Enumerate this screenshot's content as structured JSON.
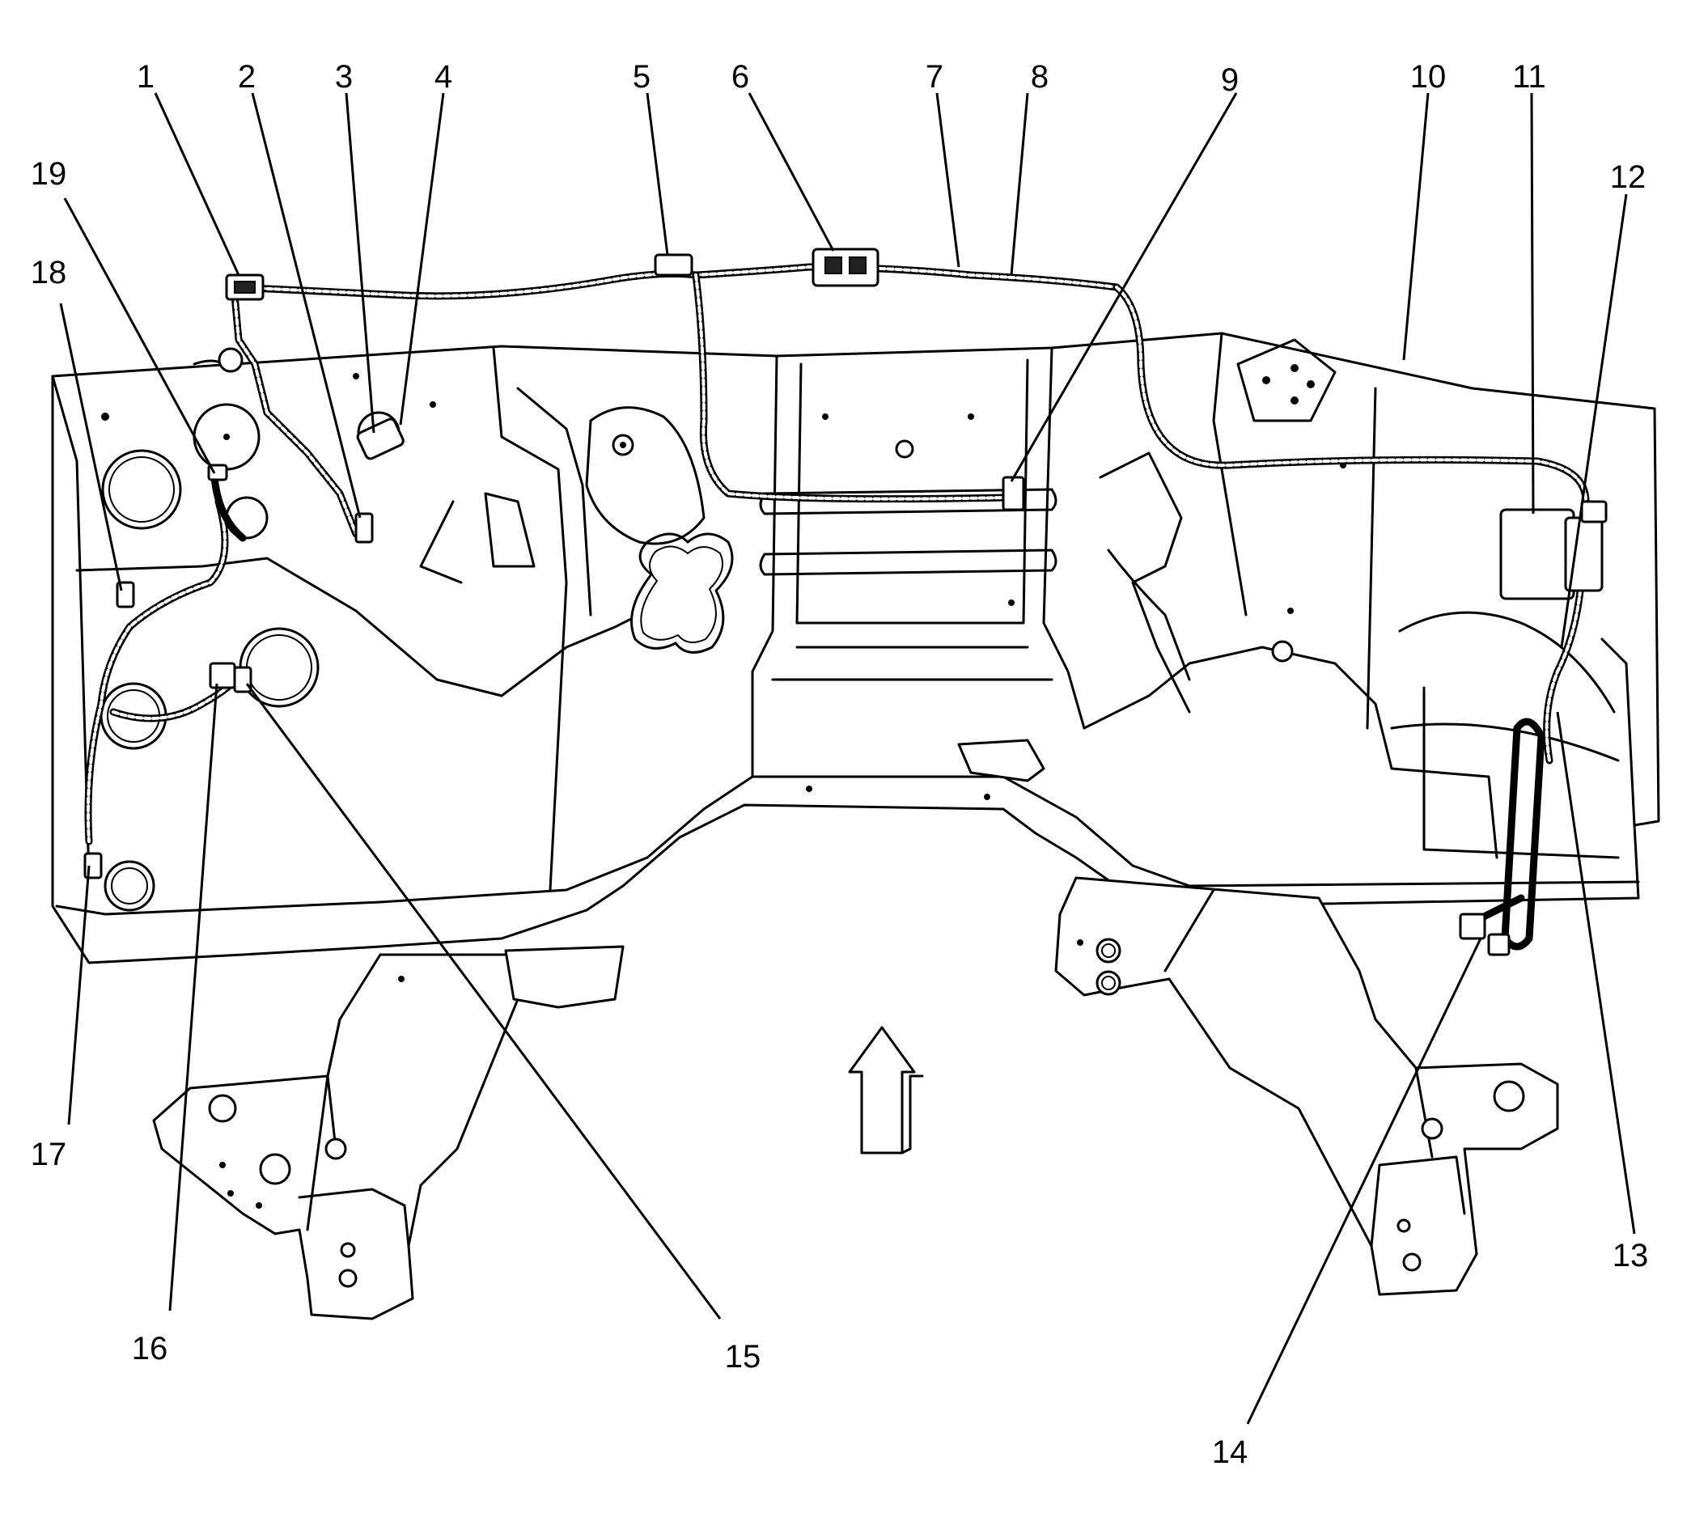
{
  "callouts": [
    {
      "id": "1",
      "label": "1"
    },
    {
      "id": "2",
      "label": "2"
    },
    {
      "id": "3",
      "label": "3"
    },
    {
      "id": "4",
      "label": "4"
    },
    {
      "id": "5",
      "label": "5"
    },
    {
      "id": "6",
      "label": "6"
    },
    {
      "id": "7",
      "label": "7"
    },
    {
      "id": "8",
      "label": "8"
    },
    {
      "id": "9",
      "label": "9"
    },
    {
      "id": "10",
      "label": "10"
    },
    {
      "id": "11",
      "label": "11"
    },
    {
      "id": "12",
      "label": "12"
    },
    {
      "id": "13",
      "label": "13"
    },
    {
      "id": "14",
      "label": "14"
    },
    {
      "id": "15",
      "label": "15"
    },
    {
      "id": "16",
      "label": "16"
    },
    {
      "id": "17",
      "label": "17"
    },
    {
      "id": "18",
      "label": "18"
    },
    {
      "id": "19",
      "label": "19"
    }
  ],
  "colors": {
    "stroke": "#000000",
    "background": "#ffffff"
  },
  "icons": {
    "direction": "forward-arrow-icon"
  }
}
